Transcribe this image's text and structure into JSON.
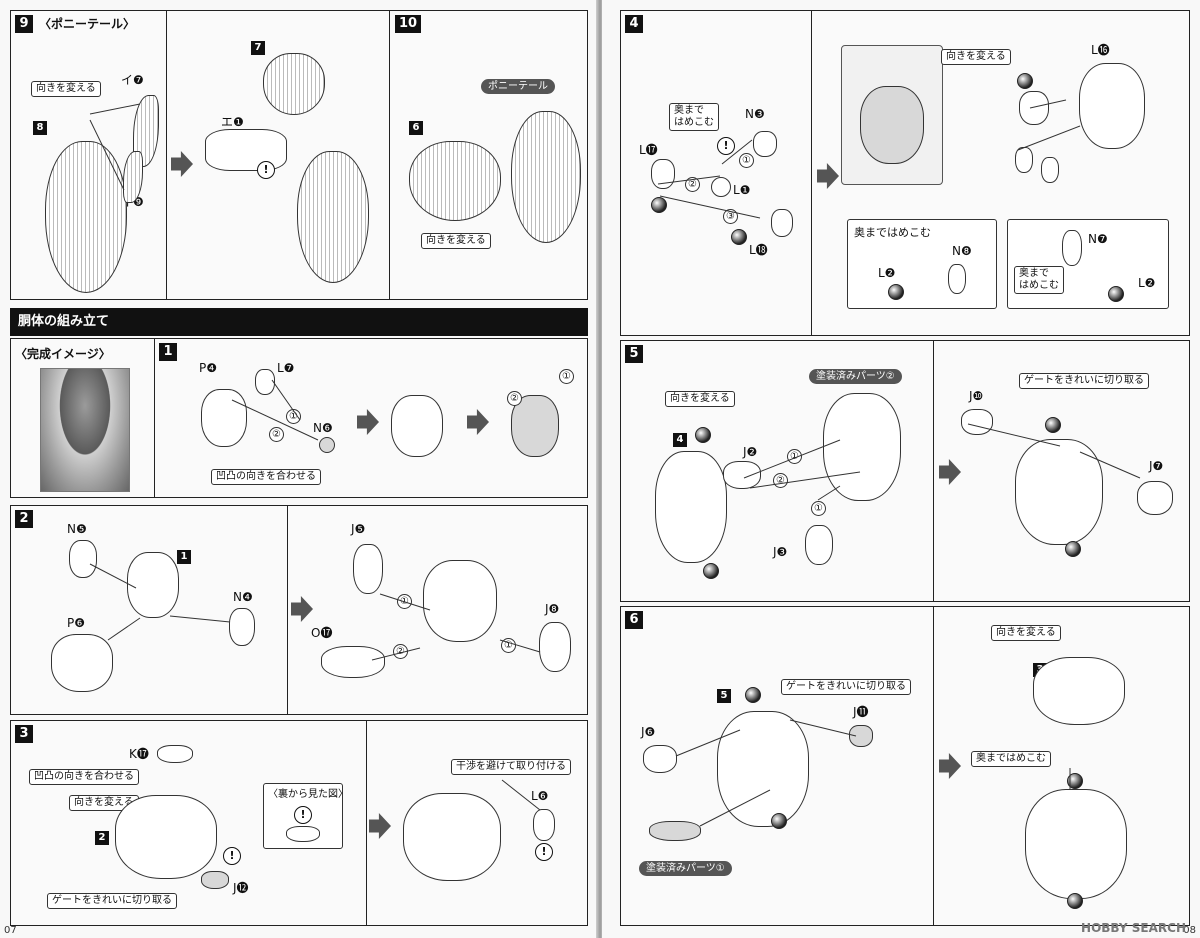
{
  "left_page": {
    "page_number": "07",
    "step9": {
      "number": "9",
      "title": "〈ポニーテール〉",
      "turn_label": "向きを変える",
      "part_i7": "イ❼",
      "part_i9": "イ❾",
      "tag_8": "8",
      "tag_7": "7",
      "part_e1": "エ❶",
      "warn": "!"
    },
    "step10": {
      "number": "10",
      "pill": "ポニーテール",
      "tag_6": "6",
      "turn_label": "向きを変える"
    },
    "section_title": "胴体の組み立て",
    "complete_image_label": "〈完成イメージ〉",
    "step1": {
      "number": "1",
      "part_p4": "P❹",
      "part_l7": "L❼",
      "part_n6": "N❻",
      "c1": "①",
      "c2": "②",
      "align_label": "凹凸の向きを合わせる"
    },
    "step2": {
      "number": "2",
      "part_n5": "N❺",
      "part_p6": "P❻",
      "part_n4": "N❹",
      "tag_1": "1",
      "part_j5": "J❺",
      "part_j8": "J❽",
      "part_o17": "O⓱",
      "c1": "①",
      "c2": "②"
    },
    "step3": {
      "number": "3",
      "part_k17": "K⓱",
      "align_label": "凹凸の向きを合わせる",
      "turn_label": "向きを変える",
      "tag_2": "2",
      "part_j12": "J⓬",
      "gate_label": "ゲートをきれいに切り取る",
      "back_view": "〈裏から見た図〉",
      "avoid_label": "干渉を避けて取り付ける",
      "part_l6": "L❻",
      "warn": "!"
    }
  },
  "right_page": {
    "page_number": "08",
    "step4": {
      "number": "4",
      "push_label": "奥まで\nはめこむ",
      "part_n3": "N❸",
      "part_l17": "L⓱",
      "part_l1": "L❶",
      "part_l18": "L⓲",
      "c1": "①",
      "c2": "②",
      "c3": "③",
      "turn_label": "向きを変える",
      "part_l16": "L⓰",
      "sub1_label": "奥まではめこむ",
      "part_n8": "N❽",
      "part_l2a": "L❷",
      "part_n7": "N❼",
      "sub2_label": "奥まで\nはめこむ",
      "part_l2b": "L❷",
      "warn": "!"
    },
    "step5": {
      "number": "5",
      "painted_label": "塗装済みパーツ②",
      "turn_label": "向きを変える",
      "tag_4": "4",
      "part_j2": "J❷",
      "part_j3": "J❸",
      "c1": "①",
      "c2": "②",
      "gate_label": "ゲートをきれいに切り取る",
      "part_j10": "J❿",
      "part_j7": "J❼"
    },
    "step6": {
      "number": "6",
      "tag_5": "5",
      "gate_label": "ゲートをきれいに切り取る",
      "part_j11": "J⓫",
      "part_j6": "J❻",
      "painted_label": "塗装済みパーツ①",
      "turn_label": "向きを変える",
      "tag_3": "3",
      "push_label": "奥まではめこむ"
    },
    "watermark": "HOBBY SEARCH"
  }
}
